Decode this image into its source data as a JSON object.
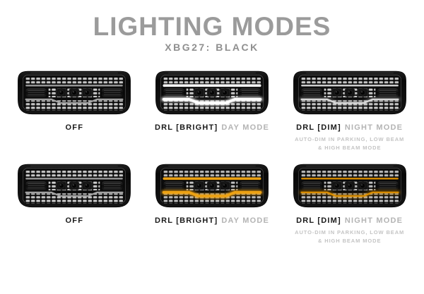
{
  "header": {
    "title": "LIGHTING MODES",
    "subtitle": "XBG27: BLACK"
  },
  "colors": {
    "background": "#ffffff",
    "title_gray": "#9b9b9b",
    "subtitle_gray": "#8f8f8f",
    "label_dark": "#1a1a1a",
    "label_light_gray": "#b4b4b4",
    "caption_gray": "#c4c4c4",
    "grille_shell_black": "#0a0a0a",
    "mesh_silver": "#b9b9b9",
    "drl_off_chrome": "#a2a2a2",
    "drl_white_bright": "#ffffff",
    "drl_white_dim": "#d8d8d8",
    "drl_amber_bright": "#ffae14",
    "drl_amber_dim": "#ea9800"
  },
  "cards": [
    {
      "mode": "off",
      "label_strong": "OFF",
      "label_light": "",
      "caption": ""
    },
    {
      "mode": "white-bright",
      "label_strong": "DRL [BRIGHT]",
      "label_light": "DAY MODE",
      "caption": ""
    },
    {
      "mode": "white-dim",
      "label_strong": "DRL [DIM]",
      "label_light": "NIGHT MODE",
      "caption": "AUTO-DIM IN PARKING, LOW BEAM\n& HIGH BEAM MODE"
    },
    {
      "mode": "off",
      "label_strong": "OFF",
      "label_light": "",
      "caption": ""
    },
    {
      "mode": "amber-bright",
      "label_strong": "DRL [BRIGHT]",
      "label_light": "DAY MODE",
      "caption": ""
    },
    {
      "mode": "amber-dim",
      "label_strong": "DRL [DIM]",
      "label_light": "NIGHT MODE",
      "caption": "AUTO-DIM IN PARKING, LOW BEAM\n& HIGH BEAM MODE"
    }
  ]
}
